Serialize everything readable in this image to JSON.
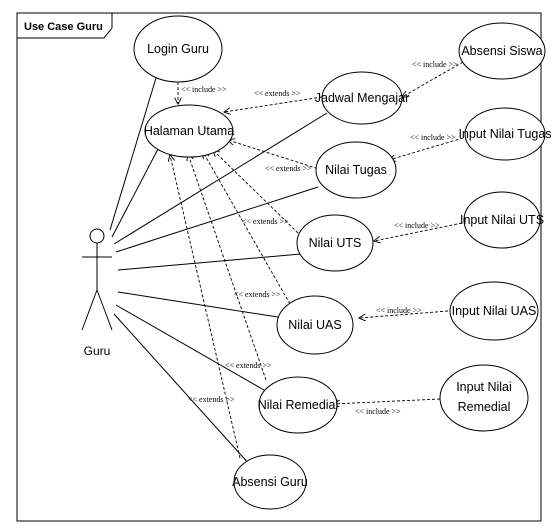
{
  "diagram": {
    "title": "Use Case Guru",
    "actor": {
      "name": "Guru"
    },
    "use_cases": {
      "login": "Login Guru",
      "home": "Halaman Utama",
      "jadwal": "Jadwal Mengajar",
      "absensi_siswa": "Absensi Siswa",
      "nilai_tugas": "Nilai Tugas",
      "input_tugas": "Input Nilai Tugas",
      "nilai_uts": "Nilai UTS",
      "input_uts": "Input Nilai UTS",
      "nilai_uas": "Nilai UAS",
      "input_uas": "Input Nilai UAS",
      "nilai_remedial": "Nilai Remedial",
      "input_remedial_line1": "Input Nilai",
      "input_remedial_line2": "Remedial",
      "absensi_guru": "Absensi Guru"
    },
    "stereotypes": {
      "include": "<< include >>",
      "extends": "<< extends >>"
    }
  }
}
